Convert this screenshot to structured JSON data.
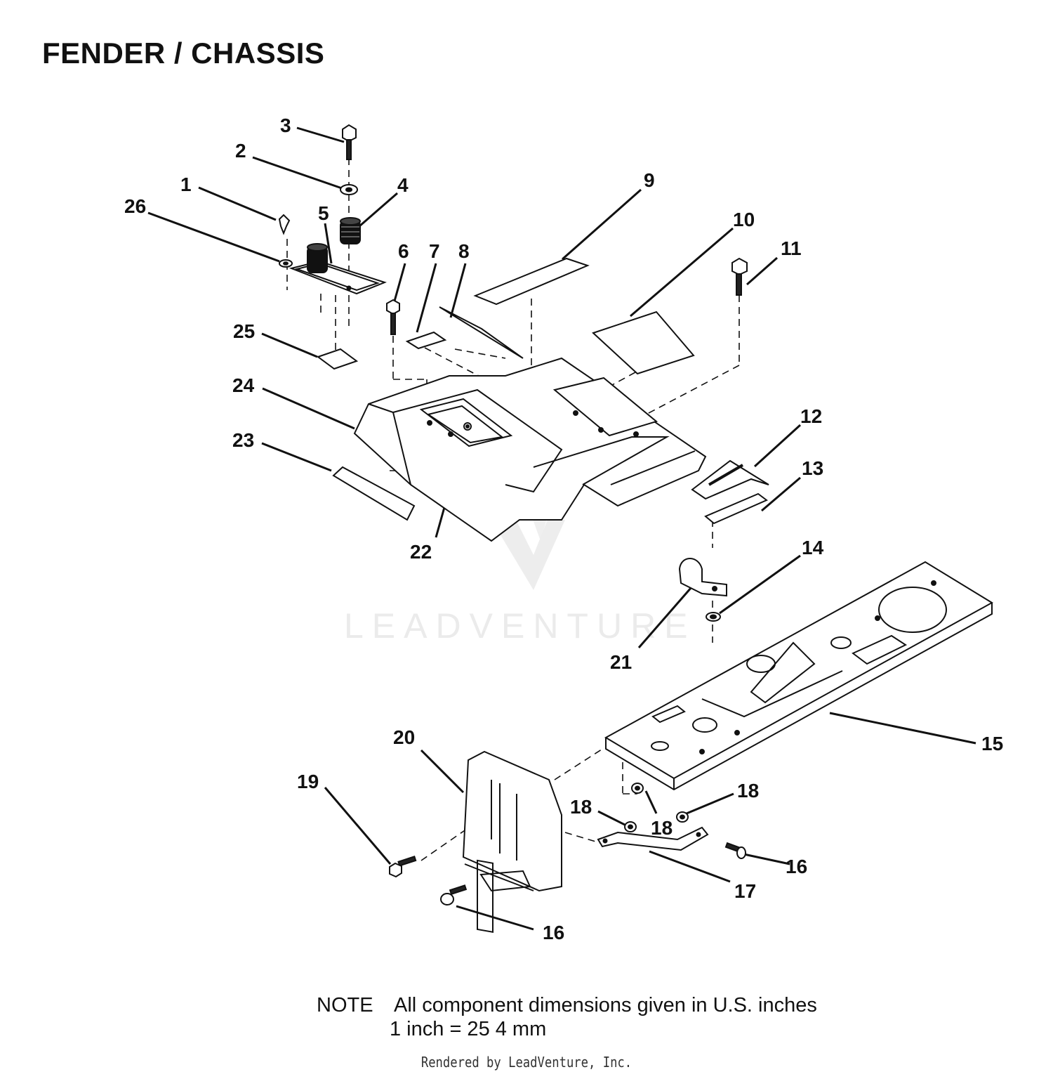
{
  "title": "FENDER / CHASSIS",
  "callouts": {
    "c1": "1",
    "c2": "2",
    "c3": "3",
    "c4": "4",
    "c5": "5",
    "c6": "6",
    "c7": "7",
    "c8": "8",
    "c9": "9",
    "c10": "10",
    "c11": "11",
    "c12": "12",
    "c13": "13",
    "c14": "14",
    "c15": "15",
    "c16a": "16",
    "c16b": "16",
    "c17": "17",
    "c18a": "18",
    "c18b": "18",
    "c18c": "18",
    "c19": "19",
    "c20": "20",
    "c21": "21",
    "c22": "22",
    "c23": "23",
    "c24": "24",
    "c25": "25",
    "c26": "26"
  },
  "watermark": "LEADVENTURE",
  "note": {
    "label": "NOTE",
    "line1": "All component dimensions given in U.S. inches",
    "line2": "1 inch = 25 4 mm"
  },
  "footer": "Rendered by LeadVenture, Inc."
}
